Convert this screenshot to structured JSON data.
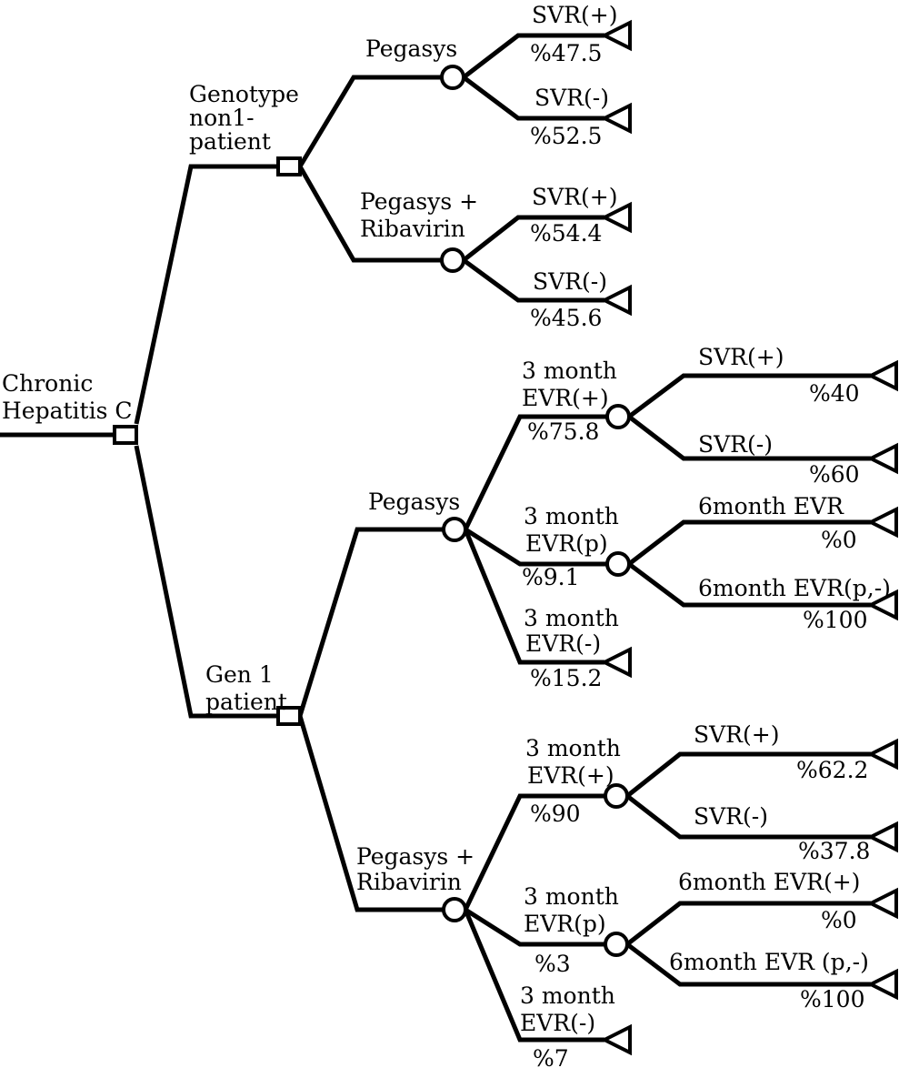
{
  "diagram": {
    "root": {
      "label_lines": [
        "Chronic",
        "Hepatitis C"
      ]
    },
    "genotype_non1": {
      "label_lines": [
        "Genotype",
        "non1-",
        "patient"
      ],
      "pegasys": {
        "label_lines": [
          "Pegasys"
        ],
        "outcomes": [
          {
            "label": "SVR(+)",
            "prob": "%47.5"
          },
          {
            "label": "SVR(-)",
            "prob": "%52.5"
          }
        ]
      },
      "pegasys_ribavirin": {
        "label_lines": [
          "Pegasys +",
          "Ribavirin"
        ],
        "outcomes": [
          {
            "label": "SVR(+)",
            "prob": "%54.4"
          },
          {
            "label": "SVR(-)",
            "prob": "%45.6"
          }
        ]
      }
    },
    "gen1": {
      "label_lines": [
        "Gen 1",
        "patient"
      ],
      "pegasys": {
        "label_lines": [
          "Pegasys"
        ],
        "evr_pos": {
          "label_lines": [
            "3 month",
            "EVR(+)"
          ],
          "prob": "%75.8",
          "outcomes": [
            {
              "label": "SVR(+)",
              "prob": "%40"
            },
            {
              "label": "SVR(-)",
              "prob": "%60"
            }
          ]
        },
        "evr_p": {
          "label_lines": [
            "3 month",
            "EVR(p)"
          ],
          "prob": "%9.1",
          "outcomes": [
            {
              "label": "6month EVR",
              "prob": "%0"
            },
            {
              "label": "6month EVR(p,-)",
              "prob": "%100"
            }
          ]
        },
        "evr_neg": {
          "label_lines": [
            "3 month",
            "EVR(-)"
          ],
          "prob": "%15.2"
        }
      },
      "pegasys_ribavirin": {
        "label_lines": [
          "Pegasys +",
          "Ribavirin"
        ],
        "evr_pos": {
          "label_lines": [
            "3 month",
            "EVR(+)"
          ],
          "prob": "%90",
          "outcomes": [
            {
              "label": "SVR(+)",
              "prob": "%62.2"
            },
            {
              "label": "SVR(-)",
              "prob": "%37.8"
            }
          ]
        },
        "evr_p": {
          "label_lines": [
            "3 month",
            "EVR(p)"
          ],
          "prob": "%3",
          "outcomes": [
            {
              "label": "6month EVR(+)",
              "prob": "%0"
            },
            {
              "label": "6month EVR (p,-)",
              "prob": "%100"
            }
          ]
        },
        "evr_neg": {
          "label_lines": [
            "3 month",
            "EVR(-)"
          ],
          "prob": "%7"
        }
      }
    }
  }
}
